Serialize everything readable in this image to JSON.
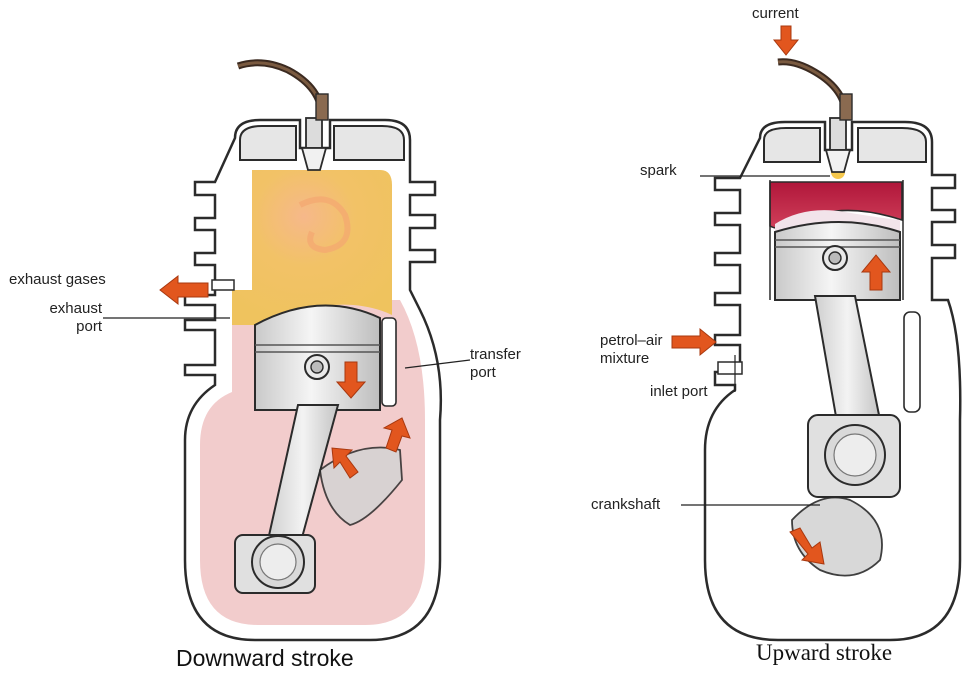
{
  "diagram": {
    "left": {
      "caption": "Downward stroke",
      "labels": {
        "exhaust_gases": "exhaust gases",
        "exhaust_port_line1": "exhaust",
        "exhaust_port_line2": "port",
        "transfer_port_line1": "transfer",
        "transfer_port_line2": "port"
      }
    },
    "right": {
      "caption": "Upward stroke",
      "labels": {
        "current": "current",
        "spark": "spark",
        "petrol_air_line1": "petrol–air",
        "petrol_air_line2": "mixture",
        "inlet_port": "inlet port",
        "crankshaft": "crankshaft"
      }
    },
    "colors": {
      "outline": "#2b2b2b",
      "gas_yellow": "#f0c060",
      "crankcase_pink": "#f2cccc",
      "arrow_orange": "#e2561e",
      "combustion_red": "#c21e3a",
      "metal_grey": "#dcdcdc"
    }
  }
}
